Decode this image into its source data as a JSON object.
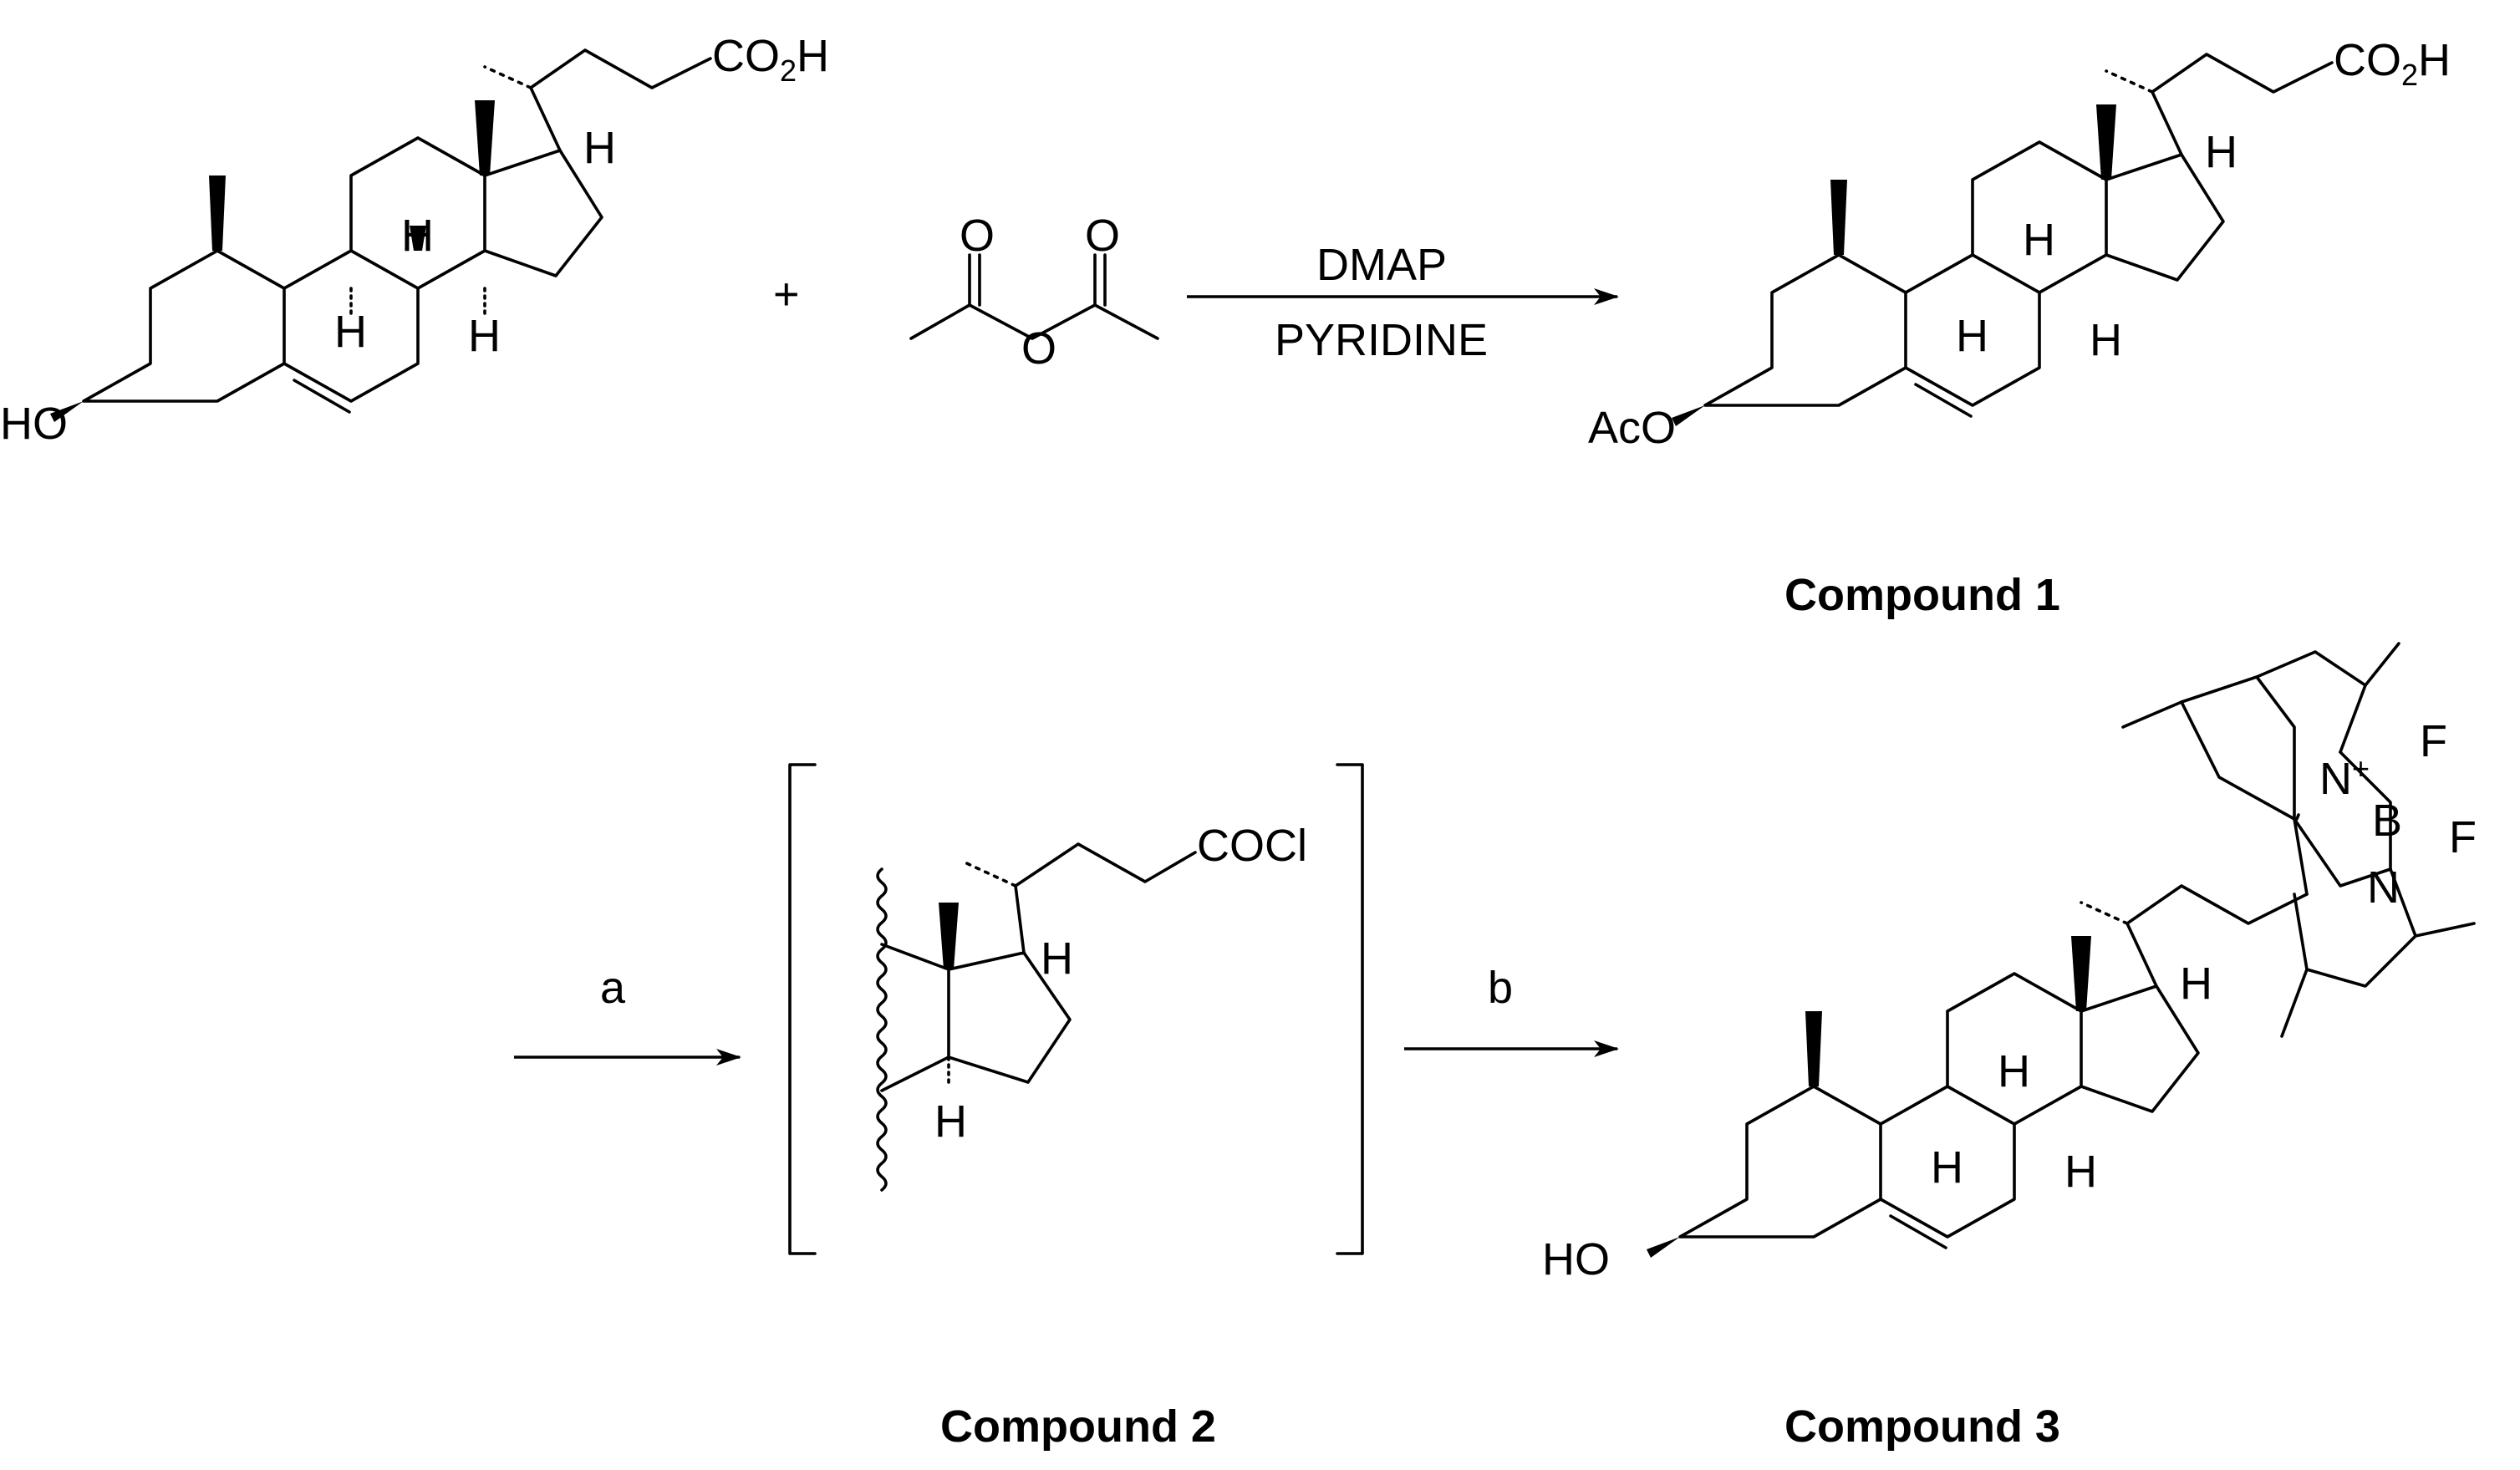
{
  "reagents": {
    "plus": "+",
    "top_above": "DMAP",
    "top_below": "PYRIDINE",
    "step_a": "a",
    "step_b": "b"
  },
  "atoms": {
    "co2h_main": "CO",
    "co2h_sub": "2",
    "co2h_tail": "H",
    "h": "H",
    "ho": "HO",
    "aco": "AcO",
    "o": "O",
    "cocl": "COCl",
    "n": "N",
    "n_charge": "+",
    "b": "B",
    "f": "F"
  },
  "captions": {
    "compound1": "Compound 1",
    "compound2": "Compound 2",
    "compound3": "Compound 3"
  }
}
